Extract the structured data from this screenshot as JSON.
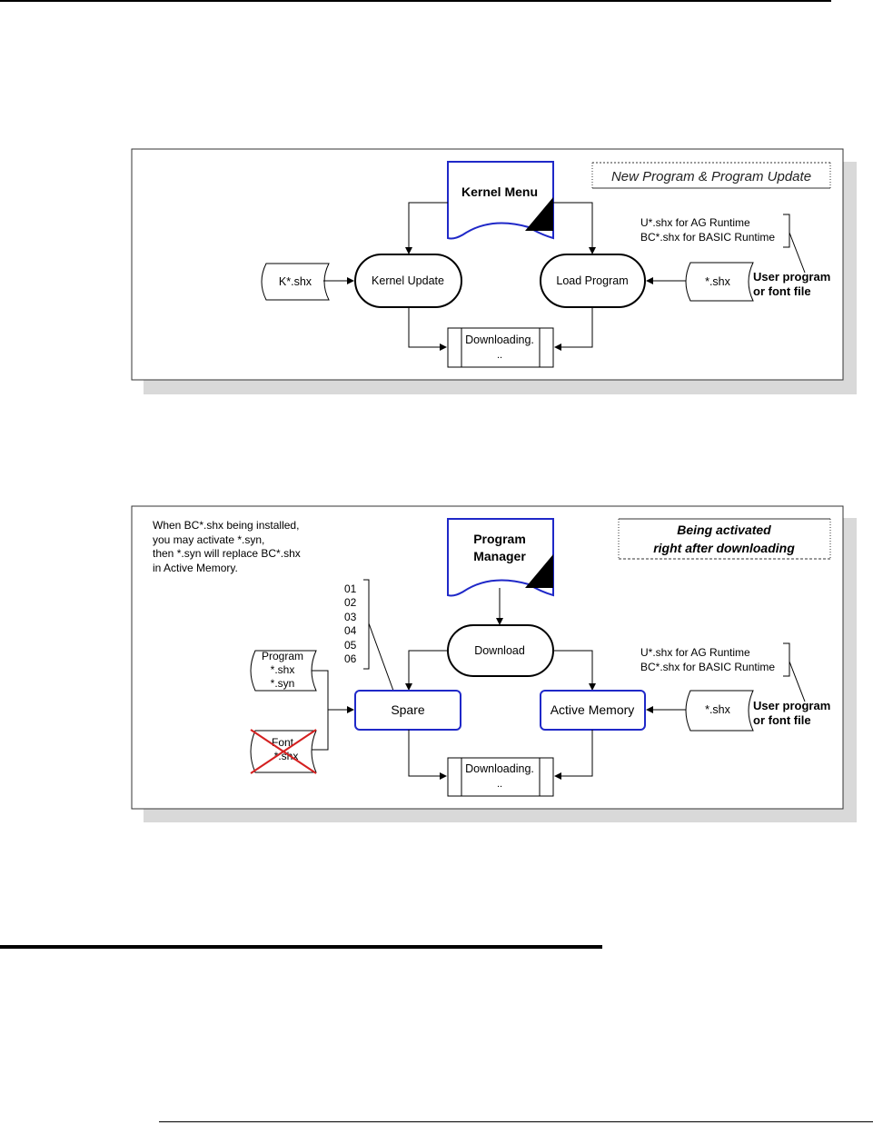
{
  "diagram1": {
    "title": "New Program & Program Update",
    "kernel_menu": "Kernel Menu",
    "kernel_update": "Kernel Update",
    "load_program": "Load Program",
    "k_file": "K*.shx",
    "shx_file": "*.shx",
    "downloading": "Downloading.",
    "downloading_cont": "..",
    "u_note": "U*.shx for AG Runtime",
    "bc_note": "BC*.shx for BASIC Runtime",
    "user_program_1": "User program",
    "user_program_2": "or font file"
  },
  "diagram2": {
    "title_1": "Being activated",
    "title_2": "right after downloading",
    "note_lines": [
      "When BC*.shx being installed,",
      "you may activate *.syn,",
      "then *.syn will replace BC*.shx",
      "in Active Memory."
    ],
    "program_manager_1": "Program",
    "program_manager_2": "Manager",
    "slots": [
      "01",
      "02",
      "03",
      "04",
      "05",
      "06"
    ],
    "download": "Download",
    "spare": "Spare",
    "active_memory": "Active Memory",
    "program_file": [
      "Program",
      "*.shx",
      "*.syn"
    ],
    "font_file": [
      "Font",
      "*.shx"
    ],
    "shx_file": "*.shx",
    "downloading": "Downloading.",
    "downloading_cont": "..",
    "u_note": "U*.shx for AG Runtime",
    "bc_note": "BC*.shx for BASIC Runtime",
    "user_program_1": "User program",
    "user_program_2": "or font file"
  }
}
